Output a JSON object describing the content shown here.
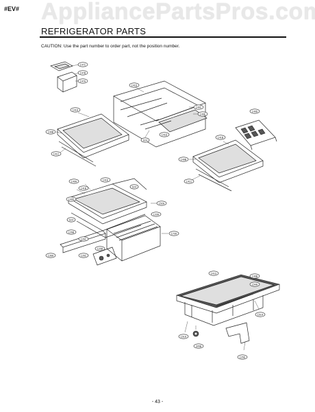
{
  "header": {
    "ev_tag": "#EV#",
    "watermark": "AppliancePartsPros.com",
    "title": "REFRIGERATOR PARTS",
    "caution": "CAUTION: Use the part number to order part, not the position number."
  },
  "footer": {
    "page_number": "- 43 -"
  },
  "callouts": [
    {
      "id": "c1",
      "label": "147C"
    },
    {
      "id": "c2",
      "label": "147B"
    },
    {
      "id": "c3",
      "label": "147A"
    },
    {
      "id": "c4",
      "label": "141D"
    },
    {
      "id": "c5",
      "label": "149C"
    },
    {
      "id": "c6",
      "label": "149E"
    },
    {
      "id": "c7",
      "label": "141E"
    },
    {
      "id": "c8",
      "label": "S24"
    },
    {
      "id": "c9",
      "label": "141A"
    },
    {
      "id": "c10",
      "label": "149B"
    },
    {
      "id": "c11",
      "label": "141C"
    },
    {
      "id": "c12",
      "label": "149D"
    },
    {
      "id": "c13",
      "label": "141B"
    },
    {
      "id": "c14",
      "label": "149B"
    },
    {
      "id": "c15",
      "label": "141C"
    },
    {
      "id": "c16",
      "label": "149A"
    },
    {
      "id": "c17",
      "label": "141E"
    },
    {
      "id": "c18",
      "label": "141B"
    },
    {
      "id": "c19",
      "label": "S24"
    },
    {
      "id": "c20",
      "label": "149D"
    },
    {
      "id": "c21",
      "label": "152A"
    },
    {
      "id": "c22",
      "label": "S24"
    },
    {
      "id": "c23",
      "label": "133A"
    },
    {
      "id": "c24",
      "label": "126B"
    },
    {
      "id": "c25",
      "label": "126C"
    },
    {
      "id": "c26",
      "label": "125B"
    },
    {
      "id": "c27",
      "label": "170A"
    },
    {
      "id": "c28",
      "label": "136A"
    },
    {
      "id": "c29",
      "label": "126C"
    },
    {
      "id": "c30",
      "label": "141G"
    },
    {
      "id": "c31",
      "label": "149B"
    },
    {
      "id": "c32",
      "label": "154A"
    },
    {
      "id": "c33",
      "label": "151A"
    },
    {
      "id": "c34",
      "label": "151A"
    },
    {
      "id": "c35",
      "label": "305B"
    },
    {
      "id": "c36",
      "label": "125D"
    }
  ]
}
